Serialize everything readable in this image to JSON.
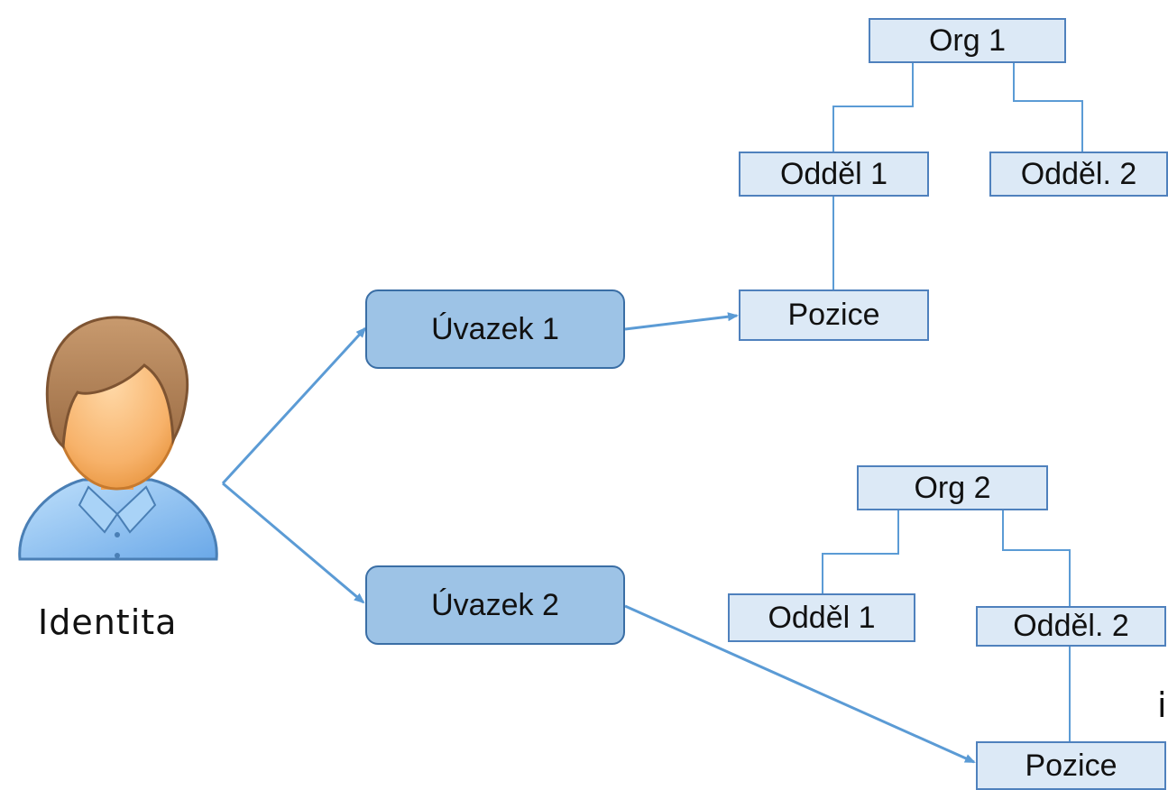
{
  "identity": {
    "label": "Identita",
    "icon": "person-icon"
  },
  "edge_fragment": "i",
  "contracts": [
    {
      "label": "Úvazek 1"
    },
    {
      "label": "Úvazek 2"
    }
  ],
  "org1": {
    "org": "Org 1",
    "dept1": "Odděl 1",
    "dept2": "Odděl. 2",
    "position": "Pozice"
  },
  "org2": {
    "org": "Org 2",
    "dept1": "Odděl 1",
    "dept2": "Odděl. 2",
    "position": "Pozice"
  },
  "colors": {
    "arrow": "#5b9bd5",
    "org_line": "#5b9bd5",
    "box_fill": "#dce9f6",
    "box_border": "#4f81bd",
    "contract_fill": "#9dc3e6",
    "contract_border": "#3a6ea5"
  }
}
